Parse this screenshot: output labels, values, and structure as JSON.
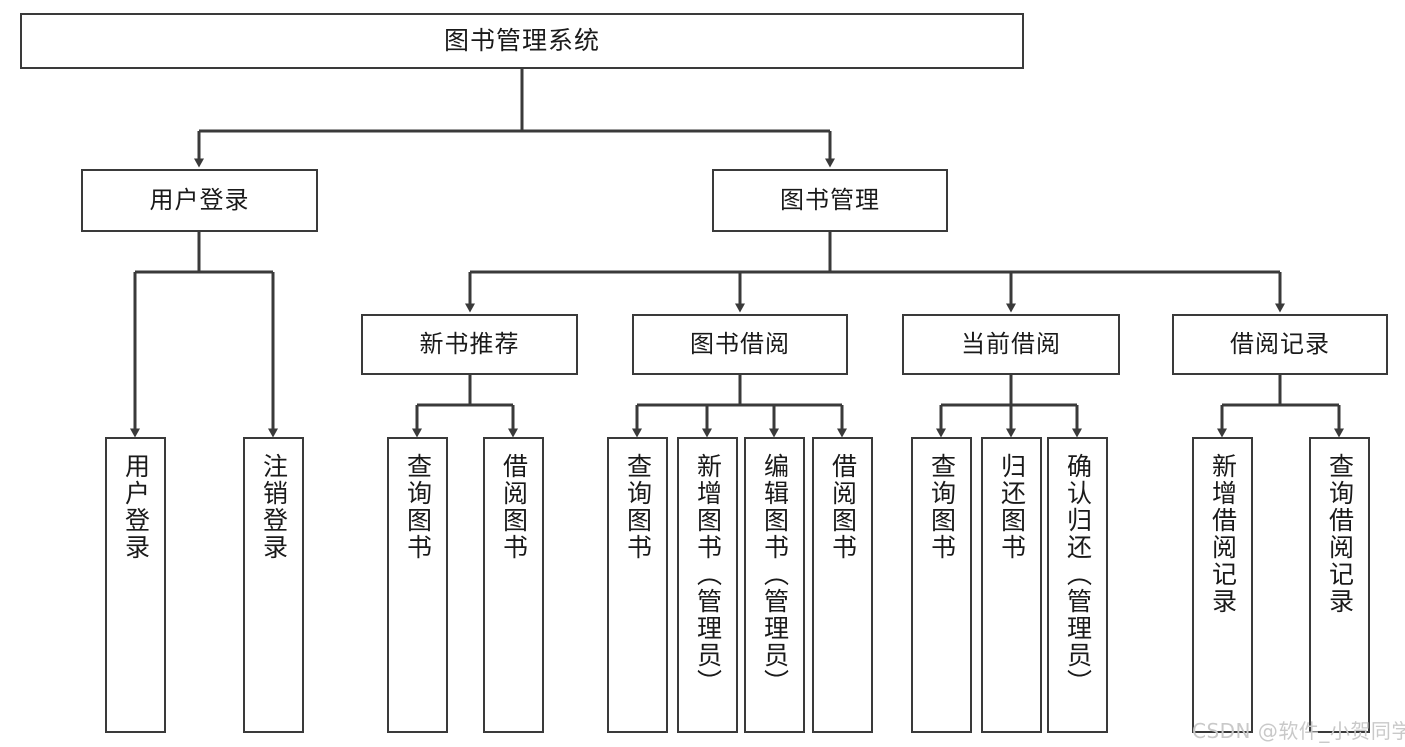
{
  "diagram": {
    "title": "图书管理系统",
    "watermark": "CSDN @软件_小贺同学",
    "colors": {
      "box_border": "#3a3a3a",
      "box_fill": "#ffffff",
      "edge": "#3a3a3a",
      "text": "#1a1a1a",
      "watermark": "#c9c9c9",
      "background": "#ffffff"
    },
    "levels": {
      "root": "图书管理系统",
      "level2": [
        "用户登录",
        "图书管理"
      ],
      "level3": [
        "新书推荐",
        "图书借阅",
        "当前借阅",
        "借阅记录"
      ]
    },
    "nodes": {
      "root": {
        "label": "图书管理系统"
      },
      "user_login": {
        "label": "用户登录"
      },
      "book_manage": {
        "label": "图书管理"
      },
      "new_book_rec": {
        "label": "新书推荐"
      },
      "book_borrow": {
        "label": "图书借阅"
      },
      "current_borrow": {
        "label": "当前借阅"
      },
      "borrow_record": {
        "label": "借阅记录"
      },
      "leaf_user_login": {
        "label": "用户登录"
      },
      "leaf_logout": {
        "label": "注销登录"
      },
      "leaf_query_book_1": {
        "label": "查询图书"
      },
      "leaf_borrow_book_1": {
        "label": "借阅图书"
      },
      "leaf_query_book_2": {
        "label": "查询图书"
      },
      "leaf_add_book": {
        "label": "新增图书（管理员）"
      },
      "leaf_edit_book": {
        "label": "编辑图书（管理员）"
      },
      "leaf_borrow_book_2": {
        "label": "借阅图书"
      },
      "leaf_query_book_3": {
        "label": "查询图书"
      },
      "leaf_return_book": {
        "label": "归还图书"
      },
      "leaf_confirm_return": {
        "label": "确认归还（管理员）"
      },
      "leaf_add_record": {
        "label": "新增借阅记录"
      },
      "leaf_query_record": {
        "label": "查询借阅记录"
      }
    }
  }
}
